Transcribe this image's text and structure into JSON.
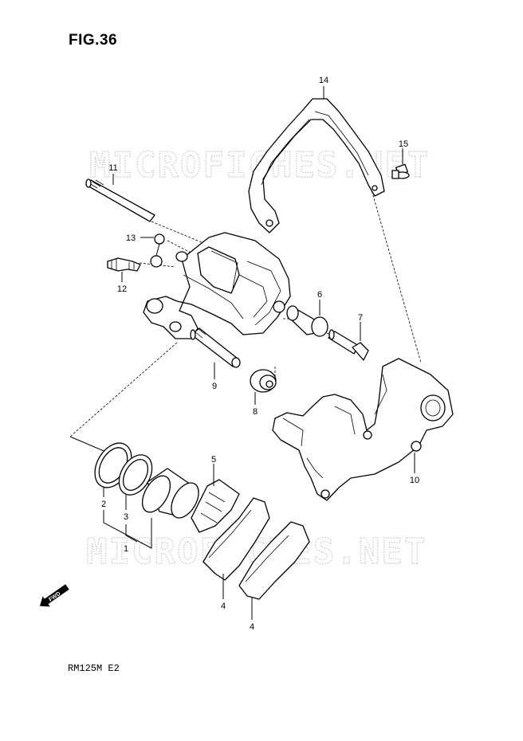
{
  "figure_title": "FIG.36",
  "model_code": "RM125M E2",
  "watermark_text": "MICROFICHES.NET",
  "forward_arrow_label": "FWD",
  "part_labels": {
    "p1": "1",
    "p2": "2",
    "p3": "3",
    "p4a": "4",
    "p4b": "4",
    "p5": "5",
    "p6": "6",
    "p7": "7",
    "p8": "8",
    "p9": "9",
    "p10": "10",
    "p11": "11",
    "p12": "12",
    "p13": "13",
    "p14": "14",
    "p15": "15"
  }
}
